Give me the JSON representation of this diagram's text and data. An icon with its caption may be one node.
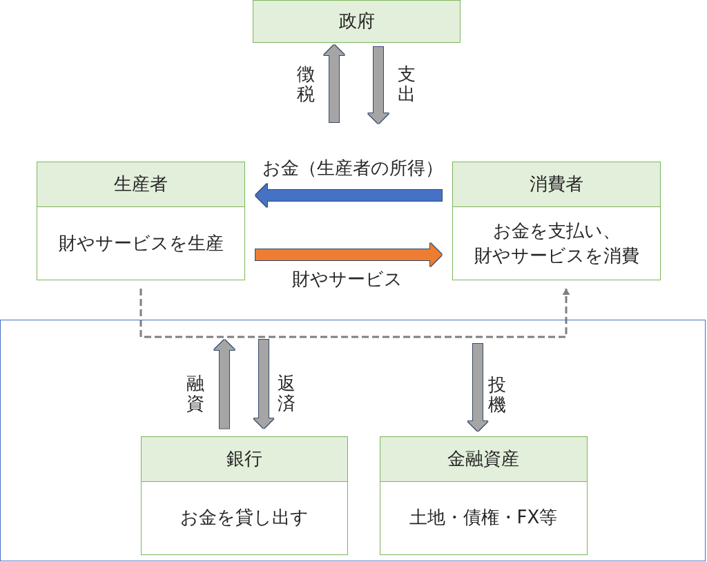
{
  "diagram": {
    "nodes": [
      {
        "text": [
          "政府"
        ]
      },
      {
        "text": [
          "生産者",
          "財やサービスを生産"
        ]
      },
      {
        "text": [
          "消費者",
          "お金を支払い、財やサービスを消費"
        ]
      },
      {
        "text": [],
        "shape": "box"
      },
      {
        "text": [
          "銀行",
          "お金を貸し出す"
        ],
        "in": 3
      },
      {
        "text": [
          "金融資産",
          "土地・債権・FX等"
        ],
        "in": 3
      }
    ],
    "edges": [
      {
        "from": null,
        "to": 0,
        "arrow": "to",
        "label": "徴税"
      },
      {
        "from": 0,
        "to": null,
        "arrow": "to",
        "label": "支出"
      },
      {
        "from": 2,
        "to": 1,
        "arrow": "to",
        "label": "お金（生産者の所得）",
        "color": "#4472c4"
      },
      {
        "from": 1,
        "to": 2,
        "arrow": "to",
        "label": "財やサービス",
        "color": "#ed7d31"
      },
      {
        "from": 1,
        "to": 2,
        "arrow": "to",
        "style": "dashed",
        "color": "#7f7f7f"
      },
      {
        "from": 4,
        "to": null,
        "arrow": "to",
        "label": "融資"
      },
      {
        "from": null,
        "to": 4,
        "arrow": "to",
        "label": "返済"
      },
      {
        "from": null,
        "to": 5,
        "arrow": "to",
        "label": "投機"
      }
    ]
  }
}
